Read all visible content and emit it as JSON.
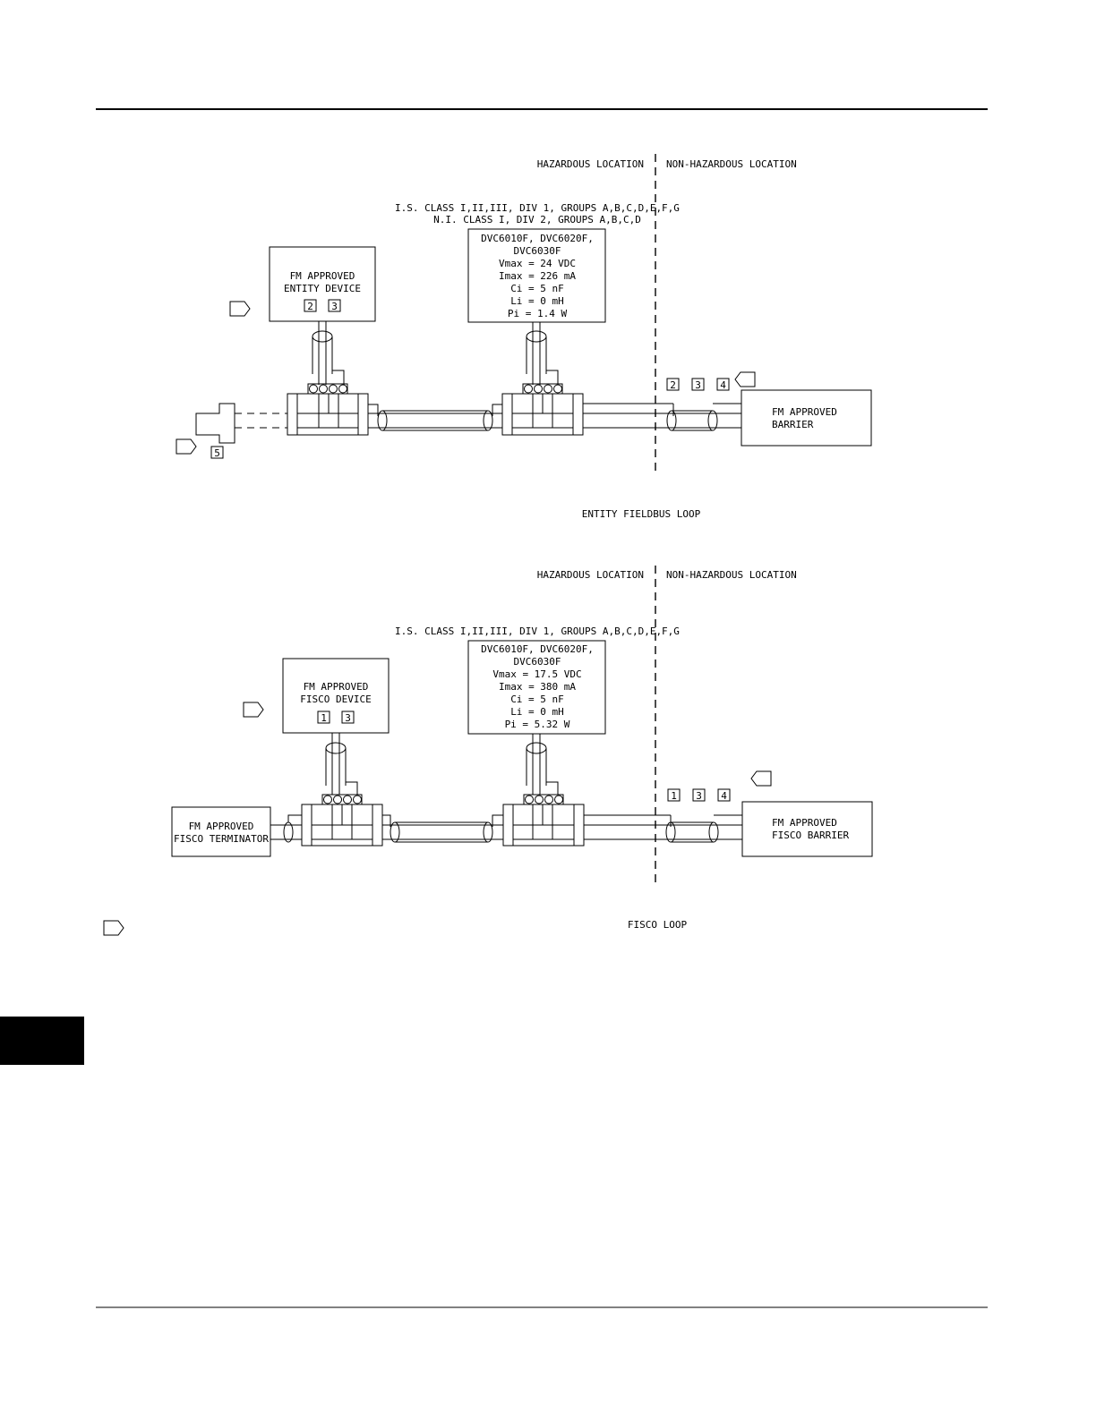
{
  "page": {
    "header_rule": true,
    "footer_rule": true
  },
  "entity": {
    "hazardous_label": "HAZARDOUS LOCATION",
    "nonhazardous_label": "NON-HAZARDOUS LOCATION",
    "class_line1": "I.S. CLASS I,II,III, DIV 1, GROUPS A,B,C,D,E,F,G",
    "class_line2": "N.I. CLASS I, DIV 2, GROUPS A,B,C,D",
    "device_lines": [
      "DVC6010F, DVC6020F,",
      "DVC6030F",
      "Vmax = 24 VDC",
      "Imax = 226 mA",
      "Ci = 5 nF",
      "Li = 0 mH",
      "Pi = 1.4 W"
    ],
    "field_device_lines": [
      "FM APPROVED",
      "ENTITY DEVICE"
    ],
    "field_device_notes": [
      "2",
      "3"
    ],
    "barrier_lines": [
      "FM APPROVED",
      "BARRIER"
    ],
    "barrier_notes": [
      "2",
      "3",
      "4"
    ],
    "terminator_note": "5",
    "caption": "ENTITY FIELDBUS LOOP"
  },
  "fisco": {
    "hazardous_label": "HAZARDOUS LOCATION",
    "nonhazardous_label": "NON-HAZARDOUS LOCATION",
    "class_line1": "I.S. CLASS I,II,III, DIV 1, GROUPS A,B,C,D,E,F,G",
    "device_lines": [
      "DVC6010F, DVC6020F,",
      "DVC6030F",
      "Vmax = 17.5 VDC",
      "Imax = 380 mA",
      "Ci = 5 nF",
      "Li = 0 mH",
      "Pi = 5.32 W"
    ],
    "field_device_lines": [
      "FM APPROVED",
      "FISCO DEVICE"
    ],
    "field_device_notes": [
      "1",
      "3"
    ],
    "terminator_lines": [
      "FM APPROVED",
      "FISCO TERMINATOR"
    ],
    "barrier_lines": [
      "FM APPROVED",
      "FISCO BARRIER"
    ],
    "barrier_notes": [
      "1",
      "3",
      "4"
    ],
    "caption": "FISCO LOOP"
  }
}
